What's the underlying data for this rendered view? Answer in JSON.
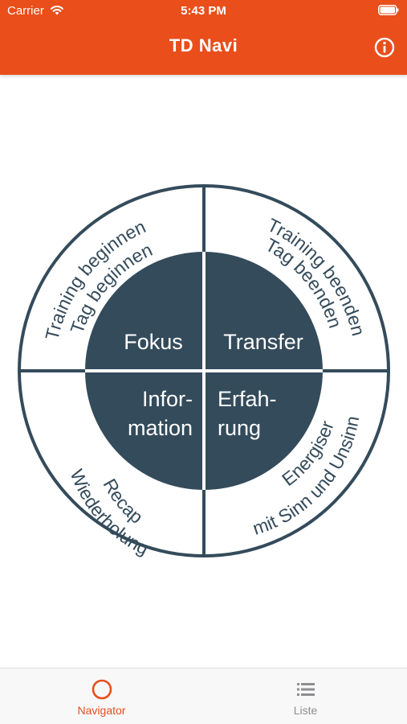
{
  "status_bar": {
    "carrier": "Carrier",
    "time": "5:43 PM"
  },
  "header": {
    "title": "TD Navi",
    "info_icon": "info-circle-icon"
  },
  "navigator": {
    "outer_segments": [
      {
        "name": "top-left",
        "line1": "Training beginnen",
        "line2": "Tag beginnen"
      },
      {
        "name": "top-right",
        "line1": "Training beenden",
        "line2": "Tag beenden"
      },
      {
        "name": "bottom-left",
        "line1": "Recap",
        "line2": "Wiederholung"
      },
      {
        "name": "bottom-right",
        "line1": "Energiser",
        "line2": "mit Sinn und Unsinn"
      }
    ],
    "inner_segments": [
      {
        "name": "fokus",
        "line1": "Fokus"
      },
      {
        "name": "transfer",
        "line1": "Transfer"
      },
      {
        "name": "information",
        "line1": "Infor-",
        "line2": "mation"
      },
      {
        "name": "erfahrung",
        "line1": "Erfah-",
        "line2": "rung"
      }
    ]
  },
  "tab_bar": {
    "tabs": [
      {
        "label": "Navigator",
        "icon": "circle-icon",
        "selected": true
      },
      {
        "label": "Liste",
        "icon": "list-icon",
        "selected": false
      }
    ]
  },
  "colors": {
    "accent": "#e94e1b",
    "navy": "#344b5b",
    "tab_inactive": "#8e8e93"
  }
}
